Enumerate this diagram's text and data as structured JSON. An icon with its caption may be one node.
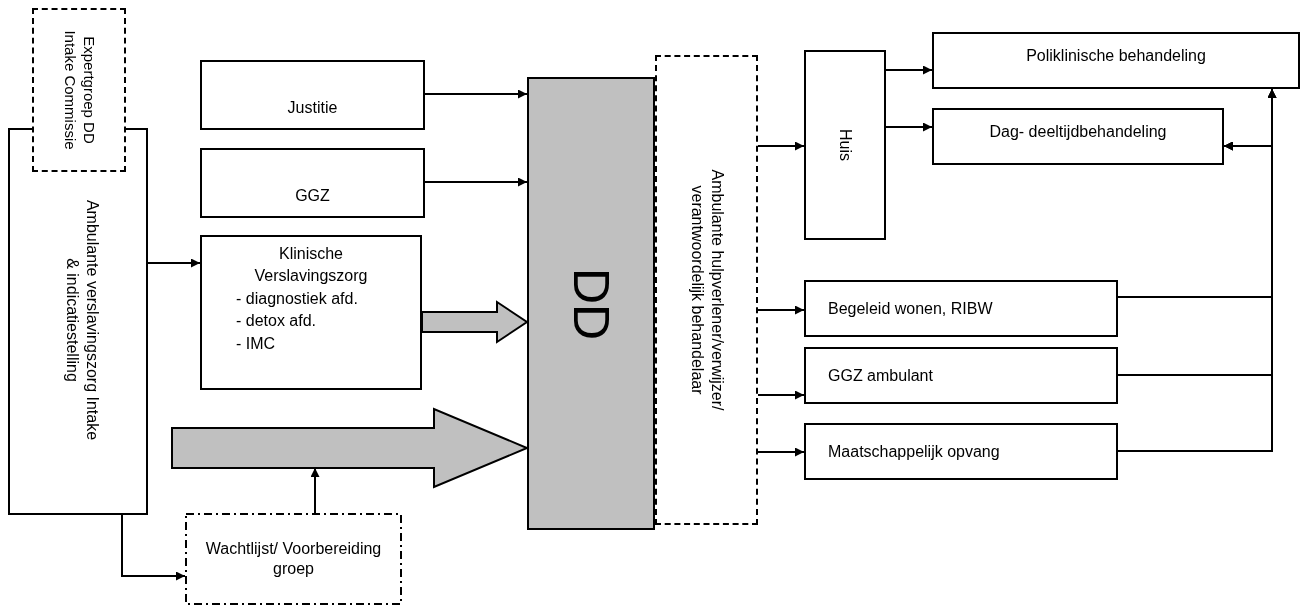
{
  "diagram": {
    "nodes": [
      {
        "text": [
          "Ambulante verslavingszorg Intake & indicatiestelling"
        ]
      },
      {
        "text": [
          "Expertgroep DD Intake Commissie"
        ]
      },
      {
        "text": [
          "Justitie"
        ]
      },
      {
        "text": [
          "GGZ"
        ]
      },
      {
        "text": [
          "Klinische Verslavingszorg",
          "- diagnostiek afd.",
          "- detox afd.",
          "- IMC"
        ]
      },
      {
        "text": [
          "Wachtlijst/ Voorbereiding groep"
        ]
      },
      {
        "text": [
          "DD"
        ]
      },
      {
        "text": [
          "Ambulante hulpverlener/verwijzer/ verantwoordelijk behandelaar"
        ]
      },
      {
        "text": [
          "Huis"
        ]
      },
      {
        "text": [
          "Poliklinische behandeling"
        ]
      },
      {
        "text": [
          "Dag- deeltijdbehandeling"
        ]
      },
      {
        "text": [
          "Begeleid wonen, RIBW"
        ]
      },
      {
        "text": [
          "GGZ ambulant"
        ]
      },
      {
        "text": [
          "Maatschappelijk opvang"
        ]
      }
    ],
    "edges": [
      {
        "from": 0,
        "to": 4,
        "arrow": "to"
      },
      {
        "from": 0,
        "to": 5,
        "arrow": "to"
      },
      {
        "from": 2,
        "to": 6,
        "arrow": "to"
      },
      {
        "from": 3,
        "to": 6,
        "arrow": "to"
      },
      {
        "from": 4,
        "to": 6,
        "arrow": "to",
        "style": "thick",
        "color": "#c0c0c0"
      },
      {
        "from": null,
        "to": 6,
        "arrow": "to",
        "style": "thick",
        "color": "#c0c0c0"
      },
      {
        "from": 5,
        "to": null,
        "arrow": "to"
      },
      {
        "from": 7,
        "to": 8,
        "arrow": "to"
      },
      {
        "from": 7,
        "to": 11,
        "arrow": "to"
      },
      {
        "from": 7,
        "to": 12,
        "arrow": "to"
      },
      {
        "from": 7,
        "to": 13,
        "arrow": "to"
      },
      {
        "from": 8,
        "to": 9,
        "arrow": "to"
      },
      {
        "from": 8,
        "to": 10,
        "arrow": "to"
      },
      {
        "from": 11,
        "to": 9,
        "arrow": "to"
      },
      {
        "from": 12,
        "to": 9,
        "arrow": "to"
      },
      {
        "from": 13,
        "to": 9,
        "arrow": "to"
      },
      {
        "from": 11,
        "to": 10,
        "arrow": "to"
      },
      {
        "from": 12,
        "to": 10,
        "arrow": "to"
      },
      {
        "from": 13,
        "to": 10,
        "arrow": "to"
      }
    ]
  }
}
